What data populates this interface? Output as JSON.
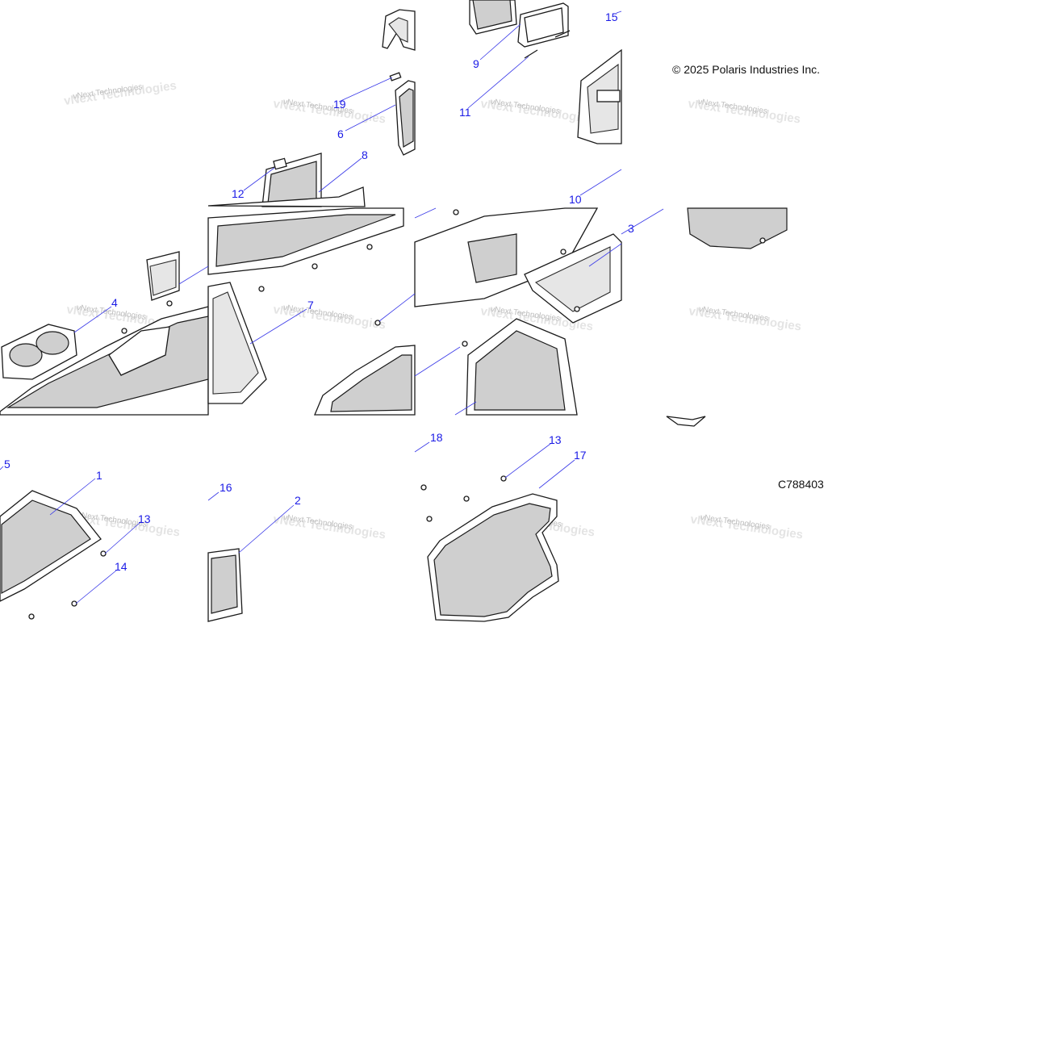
{
  "copyright": "© 2025 Polaris Industries Inc.",
  "figure_code": "C788403",
  "watermark": "vNext Technologies",
  "callouts": [
    "1",
    "2",
    "3",
    "4",
    "5",
    "6",
    "7",
    "8",
    "9",
    "10",
    "11",
    "12",
    "13",
    "13",
    "14",
    "15",
    "16",
    "17",
    "18",
    "19"
  ],
  "colors": {
    "callout": "#1a1ae6",
    "leader": "#3a3ae8",
    "line_art": "#1a1a1a",
    "shade": "#cfcfcf"
  }
}
